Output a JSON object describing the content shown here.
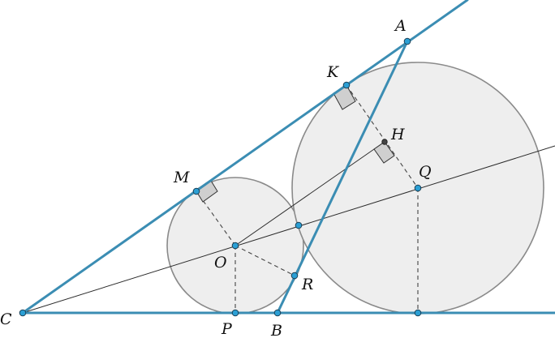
{
  "diagram": {
    "points": {
      "A": {
        "label": "A"
      },
      "K": {
        "label": "K"
      },
      "H": {
        "label": "H"
      },
      "Q": {
        "label": "Q"
      },
      "M": {
        "label": "M"
      },
      "O": {
        "label": "O"
      },
      "R": {
        "label": "R"
      },
      "C": {
        "label": "C"
      },
      "P": {
        "label": "P"
      },
      "B": {
        "label": "B"
      }
    },
    "colors": {
      "accent_lines": "#3b8db3",
      "circle_fill": "#eeeeee",
      "circle_stroke": "#8a8a8a",
      "point_fill": "#2b9fd4",
      "thin_lines": "#2a2a2a",
      "dashed_lines": "#444444",
      "right_angle_marker": "#cfcfcf"
    }
  }
}
